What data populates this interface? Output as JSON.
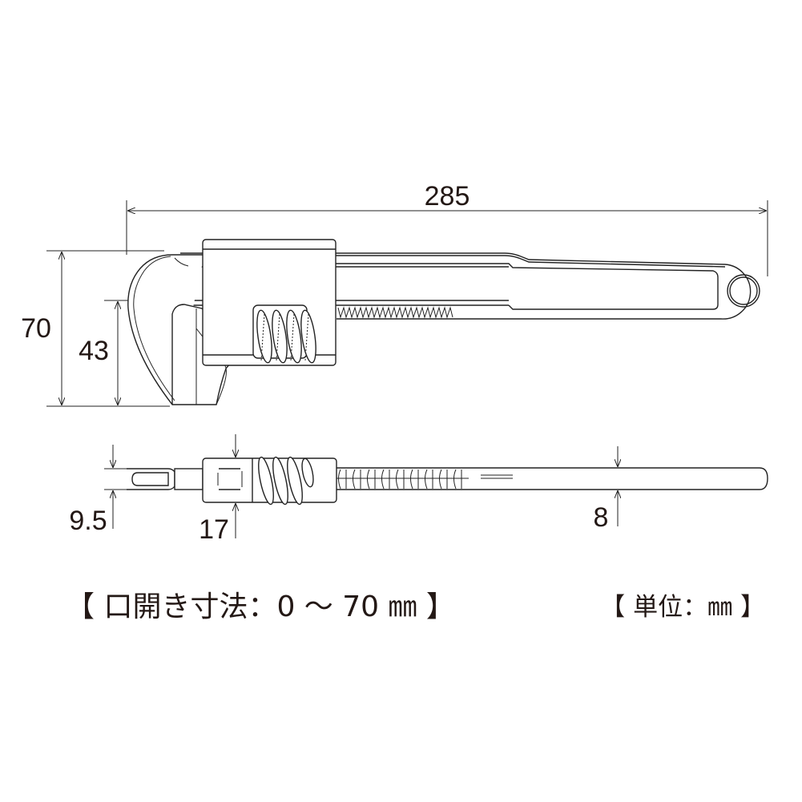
{
  "dimensions": {
    "overall_length": "285",
    "max_height": "70",
    "jaw_height": "43",
    "jaw_thickness": "9.5",
    "block_thickness": "17",
    "handle_thickness": "8"
  },
  "captions": {
    "jaw_opening": "【 口開き寸法：0 〜 70 ㎜ 】",
    "unit": "【 単位：㎜ 】"
  },
  "colors": {
    "line": "#222222",
    "text": "#231815"
  }
}
